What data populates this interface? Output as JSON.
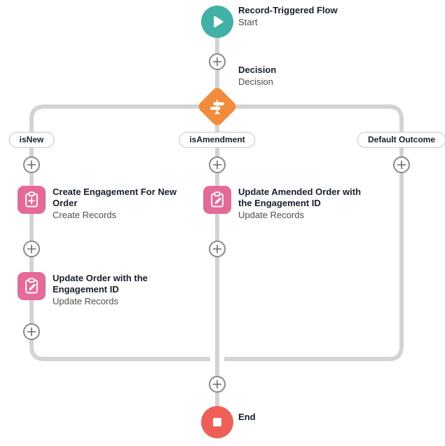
{
  "flow": {
    "start": {
      "title": "Record-Triggered Flow",
      "subtitle": "Start"
    },
    "decision": {
      "title": "Decision",
      "subtitle": "Decision"
    },
    "branches": [
      {
        "label": "isNew"
      },
      {
        "label": "isAmendment"
      },
      {
        "label": "Default Outcome"
      }
    ],
    "nodes": {
      "create_engagement": {
        "title": "Create Engagement For New Order",
        "subtitle": "Create Records"
      },
      "update_amended": {
        "title": "Update Amended Order with the Engagement ID",
        "subtitle": "Update Records"
      },
      "update_order": {
        "title": "Update Order with the Engagement ID",
        "subtitle": "Update Records"
      }
    },
    "end": {
      "title": "End"
    }
  },
  "icons": {
    "start": "play-icon",
    "decision": "signpost-icon",
    "create_records": "clipboard-plus-icon",
    "update_records": "clipboard-pencil-icon",
    "end": "stop-icon",
    "connector_add": "plus-icon"
  },
  "colors": {
    "connector": "#d5d3d1",
    "start_teal": "#42b0a6",
    "decision_orange": "#f28b3c",
    "data_pink": "#e56a9a",
    "end_red": "#ee5f58",
    "title_text": "#15202e",
    "subtitle_text": "#514f4d"
  }
}
